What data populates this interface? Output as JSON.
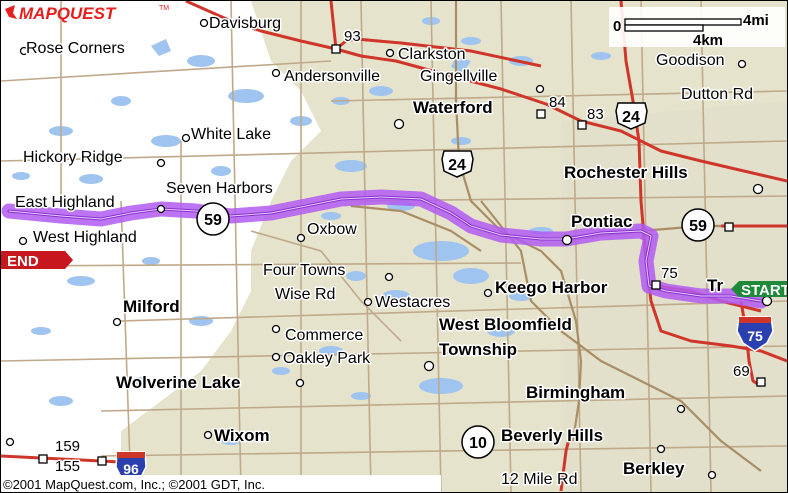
{
  "brand": {
    "logo": "MAPQUEST",
    "tm": "TM"
  },
  "scale": {
    "zero": "0",
    "miles": "4mi",
    "km": "4km"
  },
  "copyright": "©2001 MapQuest.com, Inc.; ©2001 GDT, Inc.",
  "markers": {
    "start": "START",
    "end": "END"
  },
  "colors": {
    "land": "#e6e3cc",
    "water": "#9fc4f0",
    "route": "#b25cf2",
    "road_major": "#d0352a",
    "road_minor": "#bfa98a",
    "background": "#ffffff"
  },
  "places": [
    {
      "id": "davisburg",
      "label": "Davisburg",
      "style": "m"
    },
    {
      "id": "rose-corners",
      "label": "Rose Corners",
      "style": "m"
    },
    {
      "id": "clarkston",
      "label": "Clarkston",
      "style": "m"
    },
    {
      "id": "andersonville",
      "label": "Andersonville",
      "style": "m"
    },
    {
      "id": "gingellville",
      "label": "Gingellville",
      "style": "m"
    },
    {
      "id": "goodison",
      "label": "Goodison",
      "style": "m"
    },
    {
      "id": "dutton-rd",
      "label": "Dutton Rd",
      "style": "m"
    },
    {
      "id": "waterford",
      "label": "Waterford",
      "style": "b"
    },
    {
      "id": "white-lake",
      "label": "White Lake",
      "style": "m"
    },
    {
      "id": "hickory-ridge",
      "label": "Hickory Ridge",
      "style": "m"
    },
    {
      "id": "rochester-hills",
      "label": "Rochester Hills",
      "style": "b"
    },
    {
      "id": "seven-harbors",
      "label": "Seven Harbors",
      "style": "m"
    },
    {
      "id": "east-highland",
      "label": "East Highland",
      "style": "m"
    },
    {
      "id": "west-highland",
      "label": "West Highland",
      "style": "m"
    },
    {
      "id": "oxbow",
      "label": "Oxbow",
      "style": "m"
    },
    {
      "id": "pontiac",
      "label": "Pontiac",
      "style": "b"
    },
    {
      "id": "troy",
      "label": "Tr",
      "style": "b"
    },
    {
      "id": "four-towns",
      "label": "Four Towns",
      "style": "m"
    },
    {
      "id": "wise-rd",
      "label": "Wise Rd",
      "style": "m"
    },
    {
      "id": "westacres",
      "label": "Westacres",
      "style": "m"
    },
    {
      "id": "keego-harbor",
      "label": "Keego Harbor",
      "style": "b"
    },
    {
      "id": "milford",
      "label": "Milford",
      "style": "b"
    },
    {
      "id": "commerce",
      "label": "Commerce",
      "style": "m"
    },
    {
      "id": "west-bloomfield",
      "label": "West Bloomfield",
      "style": "b"
    },
    {
      "id": "township",
      "label": "Township",
      "style": "b"
    },
    {
      "id": "oakley-park",
      "label": "Oakley Park",
      "style": "m"
    },
    {
      "id": "wolverine-lake",
      "label": "Wolverine Lake",
      "style": "b"
    },
    {
      "id": "birmingham",
      "label": "Birmingham",
      "style": "b"
    },
    {
      "id": "wixom",
      "label": "Wixom",
      "style": "b"
    },
    {
      "id": "beverly-hills",
      "label": "Beverly Hills",
      "style": "b"
    },
    {
      "id": "berkley",
      "label": "Berkley",
      "style": "b"
    },
    {
      "id": "12-mile-rd",
      "label": "12 Mile Rd",
      "style": "m"
    }
  ],
  "shields": [
    {
      "id": "us-24-north",
      "number": "24",
      "kind": "us"
    },
    {
      "id": "us-24-central",
      "number": "24",
      "kind": "us"
    },
    {
      "id": "m-59-west",
      "number": "59",
      "kind": "state"
    },
    {
      "id": "m-59-east",
      "number": "59",
      "kind": "state"
    },
    {
      "id": "m-10",
      "number": "10",
      "kind": "state"
    },
    {
      "id": "i-75",
      "number": "75",
      "kind": "interstate"
    },
    {
      "id": "i-96",
      "number": "96",
      "kind": "interstate"
    }
  ],
  "exits": [
    {
      "id": "exit-93",
      "number": "93"
    },
    {
      "id": "exit-84",
      "number": "84"
    },
    {
      "id": "exit-83",
      "number": "83"
    },
    {
      "id": "exit-75",
      "number": "75"
    },
    {
      "id": "exit-69",
      "number": "69"
    },
    {
      "id": "exit-159",
      "number": "159"
    },
    {
      "id": "exit-155",
      "number": "155"
    }
  ]
}
